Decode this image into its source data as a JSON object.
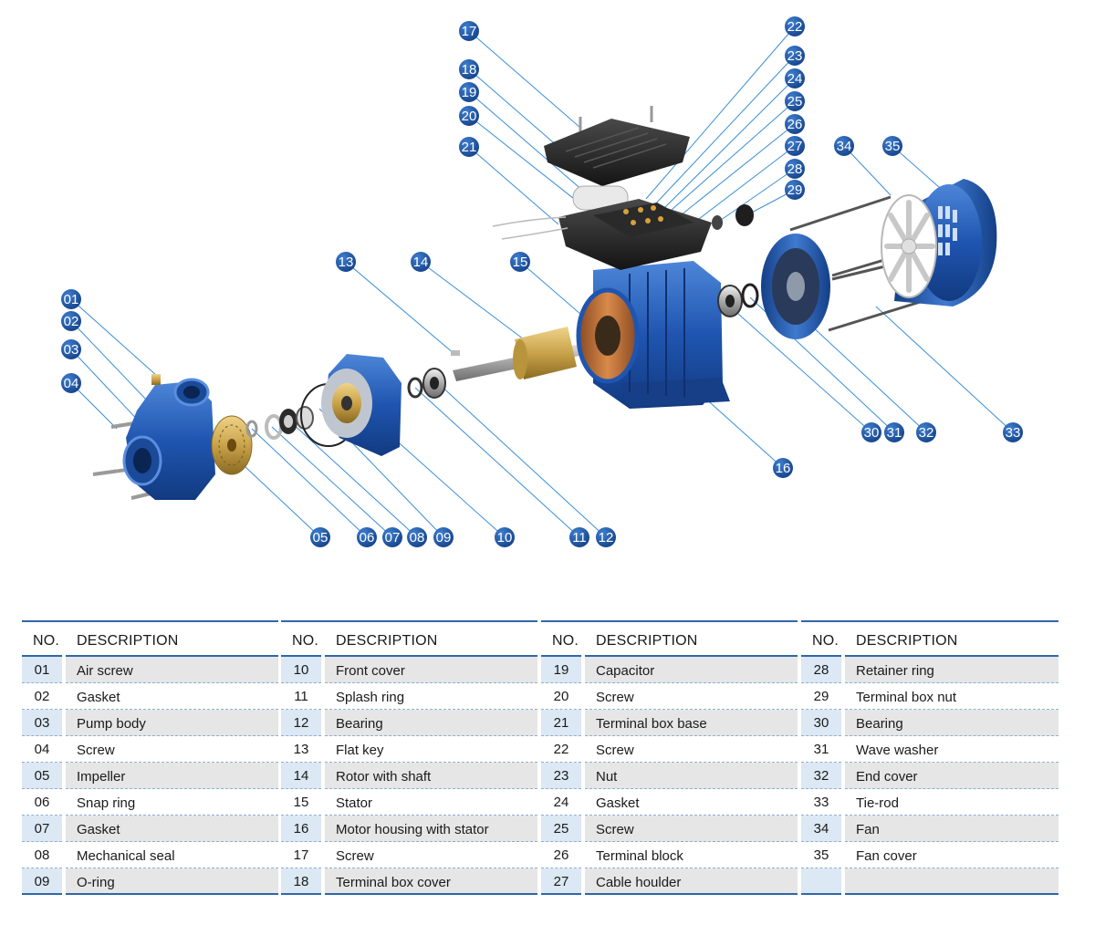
{
  "diagram": {
    "callouts": [
      "01",
      "02",
      "03",
      "04",
      "05",
      "06",
      "07",
      "08",
      "09",
      "10",
      "11",
      "12",
      "13",
      "14",
      "15",
      "16",
      "17",
      "18",
      "19",
      "20",
      "21",
      "22",
      "23",
      "24",
      "25",
      "26",
      "27",
      "28",
      "29",
      "30",
      "31",
      "32",
      "33",
      "34",
      "35"
    ],
    "colors": {
      "badge": "#1d5aa0",
      "leader": "#3a8fd6",
      "motor_blue": "#1f55b0",
      "brass": "#c9a34a"
    }
  },
  "table": {
    "header_no": "NO.",
    "header_desc": "DESCRIPTION",
    "columns": [
      {
        "rows": [
          {
            "no": "01",
            "desc": "Air screw"
          },
          {
            "no": "02",
            "desc": "Gasket"
          },
          {
            "no": "03",
            "desc": "Pump body"
          },
          {
            "no": "04",
            "desc": "Screw"
          },
          {
            "no": "05",
            "desc": "Impeller"
          },
          {
            "no": "06",
            "desc": "Snap ring"
          },
          {
            "no": "07",
            "desc": "Gasket"
          },
          {
            "no": "08",
            "desc": "Mechanical seal"
          },
          {
            "no": "09",
            "desc": "O-ring"
          }
        ]
      },
      {
        "rows": [
          {
            "no": "10",
            "desc": "Front cover"
          },
          {
            "no": "11",
            "desc": "Splash ring"
          },
          {
            "no": "12",
            "desc": "Bearing"
          },
          {
            "no": "13",
            "desc": "Flat key"
          },
          {
            "no": "14",
            "desc": "Rotor with shaft"
          },
          {
            "no": "15",
            "desc": "Stator"
          },
          {
            "no": "16",
            "desc": "Motor housing with stator"
          },
          {
            "no": "17",
            "desc": "Screw"
          },
          {
            "no": "18",
            "desc": "Terminal box cover"
          }
        ]
      },
      {
        "rows": [
          {
            "no": "19",
            "desc": "Capacitor"
          },
          {
            "no": "20",
            "desc": "Screw"
          },
          {
            "no": "21",
            "desc": "Terminal box base"
          },
          {
            "no": "22",
            "desc": "Screw"
          },
          {
            "no": "23",
            "desc": "Nut"
          },
          {
            "no": "24",
            "desc": "Gasket"
          },
          {
            "no": "25",
            "desc": "Screw"
          },
          {
            "no": "26",
            "desc": "Terminal block"
          },
          {
            "no": "27",
            "desc": "Cable houlder"
          }
        ]
      },
      {
        "rows": [
          {
            "no": "28",
            "desc": "Retainer ring"
          },
          {
            "no": "29",
            "desc": "Terminal box nut"
          },
          {
            "no": "30",
            "desc": "Bearing"
          },
          {
            "no": "31",
            "desc": "Wave washer"
          },
          {
            "no": "32",
            "desc": "End cover"
          },
          {
            "no": "33",
            "desc": "Tie-rod"
          },
          {
            "no": "34",
            "desc": "Fan"
          },
          {
            "no": "35",
            "desc": "Fan cover"
          },
          {
            "no": "",
            "desc": ""
          }
        ]
      }
    ]
  }
}
